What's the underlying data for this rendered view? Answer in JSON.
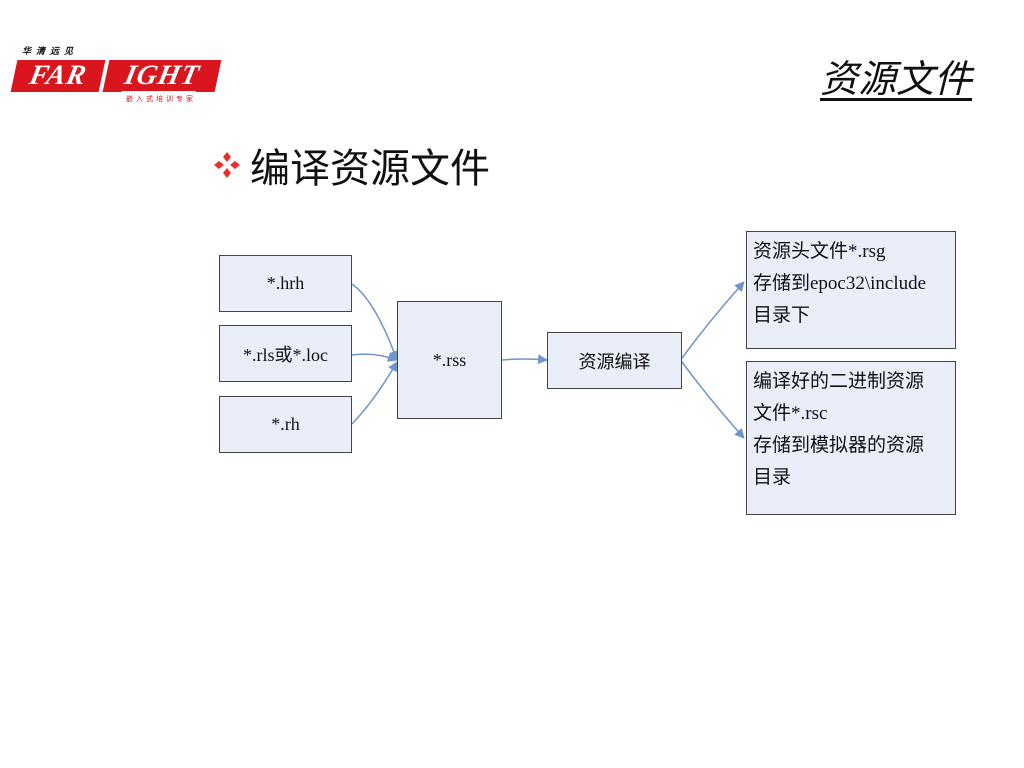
{
  "logo": {
    "top_text": "华清远见",
    "brand_left": "FAR",
    "brand_right": "IGHT",
    "bottom_text": "嵌入式培训专家"
  },
  "header": {
    "title": "资源文件"
  },
  "bullet": {
    "text": "编译资源文件"
  },
  "diagram": {
    "inputs": [
      "*.hrh",
      "*.rls或*.loc",
      "*.rh"
    ],
    "center_file": "*.rss",
    "process": "资源编译",
    "output_header": [
      "资源头文件*.rsg",
      "存储到epoc32\\include",
      "目录下"
    ],
    "output_binary": [
      "编译好的二进制资源",
      "文件*.rsc",
      "存储到模拟器的资源",
      "目录"
    ]
  },
  "colors": {
    "box_fill": "#e9eef8",
    "arrow": "#6f95cc",
    "brand_red": "#d9161e",
    "bullet_red": "#e5322d"
  }
}
